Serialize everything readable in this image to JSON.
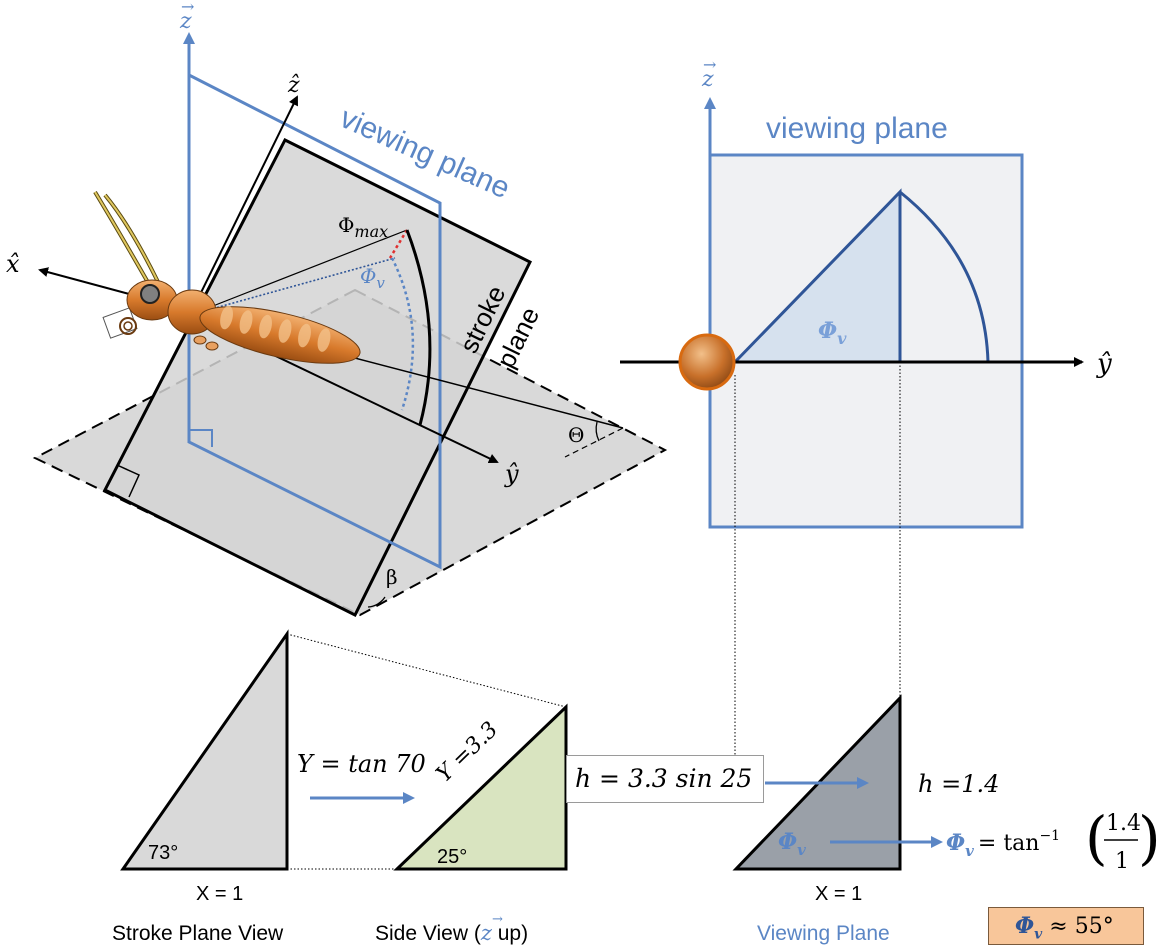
{
  "labels": {
    "z_vec_left": "z",
    "z_hat": "ẑ",
    "x_hat": "x̂",
    "y_hat_left": "ŷ",
    "z_vec_right": "z",
    "y_hat_right": "ŷ",
    "viewing_plane_left": "viewing plane",
    "viewing_plane_right": "viewing plane",
    "stroke": "stroke",
    "plane": "plane",
    "phi_max_base": "Φ",
    "phi_max_sub": "max",
    "phi_v_base": "Φ",
    "phi_v_sub": "v",
    "theta": "Θ",
    "beta": "β"
  },
  "bottom": {
    "angle_73": "73°",
    "angle_25": "25°",
    "x_eq_1_a": "X = 1",
    "x_eq_1_b": "X = 1",
    "y_tan": "Y = tan 70",
    "y_33": "Y =3.3",
    "h_formula": "h = 3.3 sin 25",
    "h_value": "h =1.4",
    "phi_formula_lhs": "Φ",
    "phi_formula_sub": "v",
    "phi_formula_rhs": "= tan",
    "phi_formula_exp": "−1",
    "phi_frac_num": "1.4",
    "phi_frac_den": "1",
    "caption_stroke": "Stroke Plane View",
    "caption_side_pre": "Side View (",
    "caption_side_z": "z",
    "caption_side_post": " up)",
    "caption_viewing": "Viewing Plane",
    "result": "Φv ≈ 55°",
    "result_base": "Φ",
    "result_sub": "v",
    "result_rest": " ≈ 55°"
  },
  "colors": {
    "blue": "#5b86c5",
    "dark_blue": "#2f5597",
    "plane_gray": "#d9d9d9",
    "green": "#d9e4c0",
    "dark_gray": "#9aa0a8",
    "orange": "#f8c69a"
  }
}
